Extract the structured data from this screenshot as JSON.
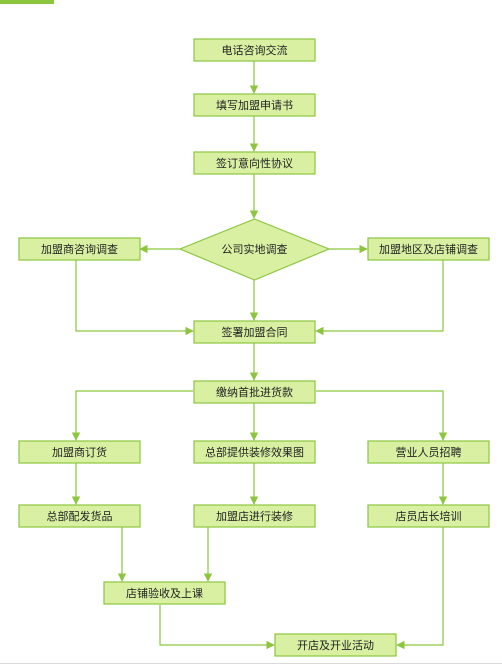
{
  "colors": {
    "node_fill": "#d9f0a3",
    "node_stroke": "#8cc63f",
    "edge": "#8cc63f",
    "text": "#222222"
  },
  "nodes": {
    "consult": "电话咨询交流",
    "apply": "填写加盟申请书",
    "intent": "签订意向性协议",
    "survey": "公司实地调查",
    "franchisee_survey": "加盟商咨询调查",
    "region_survey": "加盟地区及店铺调查",
    "contract": "签署加盟合同",
    "payment": "缴纳首批进货款",
    "order": "加盟商订货",
    "design": "总部提供装修效果图",
    "recruit": "营业人员招聘",
    "ship": "总部配发货品",
    "renovate": "加盟店进行装修",
    "training": "店员店长培训",
    "inspection": "店铺验收及上课",
    "opening": "开店及开业活动"
  }
}
